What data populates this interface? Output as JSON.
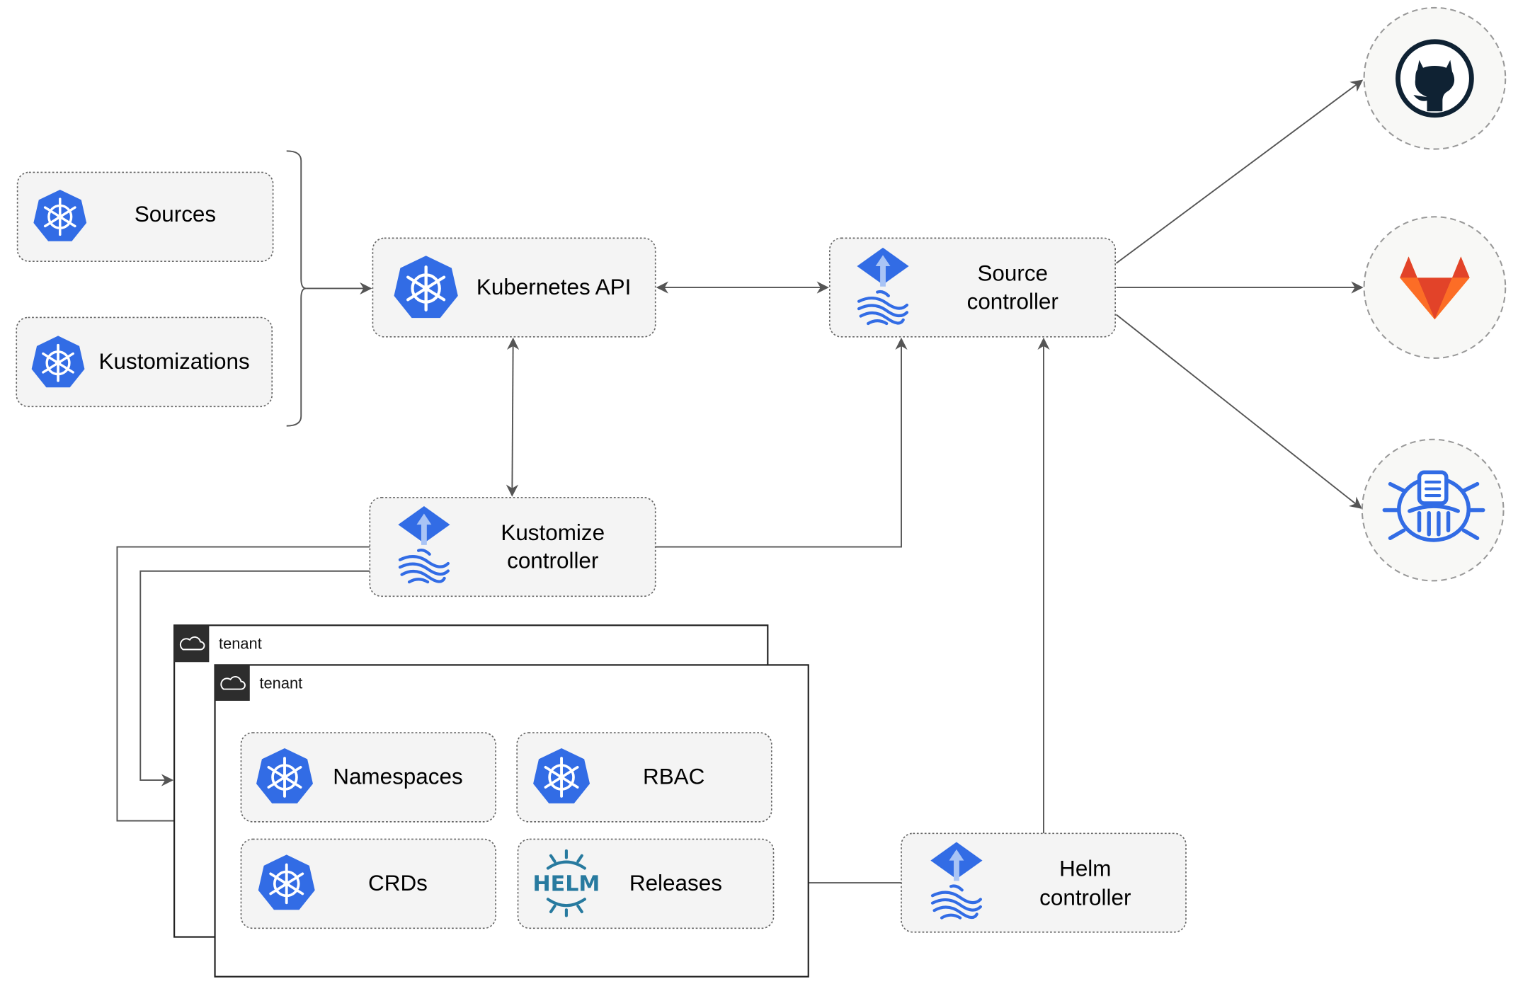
{
  "nodes": {
    "sources": "Sources",
    "kustomizations": "Kustomizations",
    "kubernetes_api": "Kubernetes API",
    "source_controller": [
      "Source",
      "controller"
    ],
    "kustomize_controller": [
      "Kustomize",
      "controller"
    ],
    "helm_controller": [
      "Helm",
      "controller"
    ],
    "namespaces": "Namespaces",
    "rbac": "RBAC",
    "crds": "CRDs",
    "releases": "Releases"
  },
  "tenants": [
    "tenant",
    "tenant"
  ],
  "logos": {
    "helm": "HELM",
    "external": [
      "github-icon",
      "gitlab-icon",
      "bucket-icon"
    ]
  },
  "colors": {
    "kubernetes_blue": "#326ce5",
    "helm_blue": "#277a9f",
    "github_dark": "#0f2233",
    "gitlab_orange": "#e24329",
    "gitlab_yellow": "#fca326"
  }
}
